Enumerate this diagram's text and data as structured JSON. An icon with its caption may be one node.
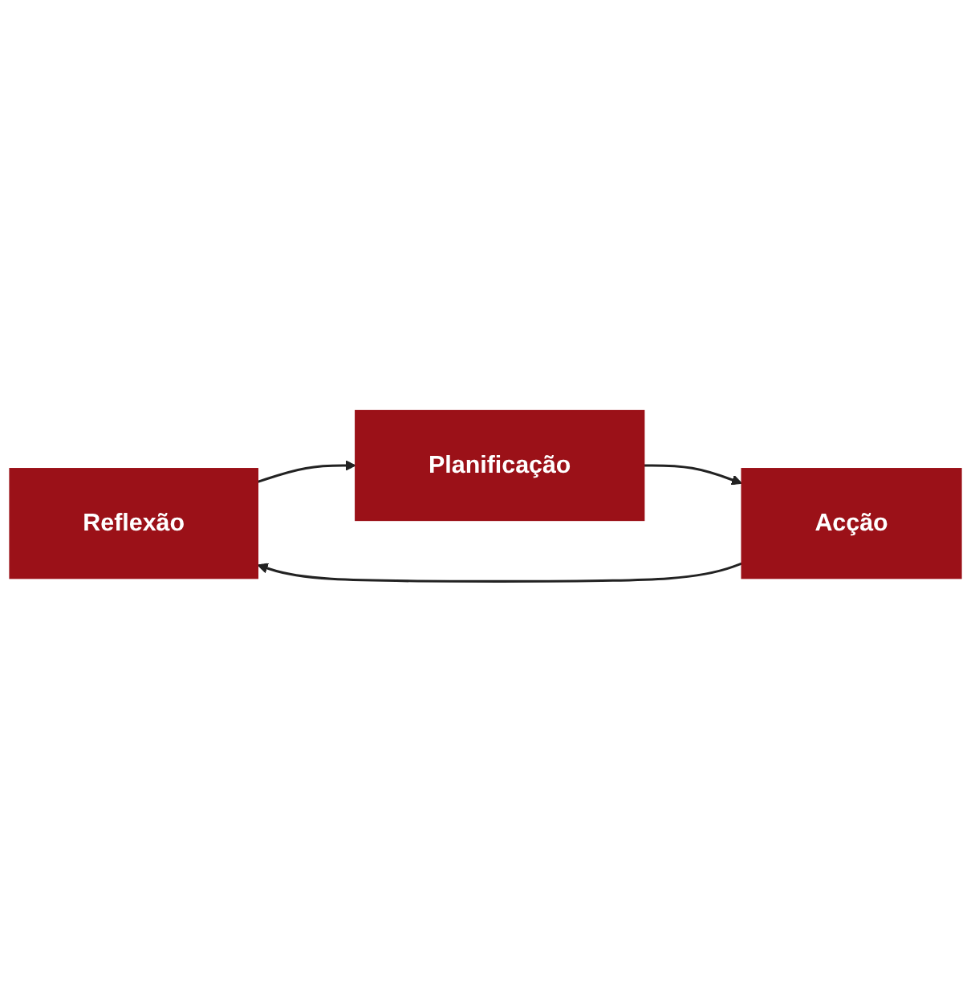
{
  "diagram": {
    "nodes": [
      {
        "text": [
          "Reflexão"
        ]
      },
      {
        "text": [
          "Planificação"
        ]
      },
      {
        "text": [
          "Acção"
        ]
      }
    ],
    "edges": [
      {
        "from": 0,
        "to": 1,
        "arrow": "to"
      },
      {
        "from": 1,
        "to": 2,
        "arrow": "to"
      },
      {
        "from": 2,
        "to": 0,
        "arrow": "to"
      }
    ]
  }
}
